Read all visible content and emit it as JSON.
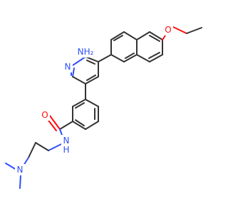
{
  "structure": {
    "atom_labels": {
      "amine": "NH₂",
      "pyridine_n": "N",
      "ether_o": "O",
      "carbonyl_o": "O",
      "amide_n": "N",
      "amide_h": "H",
      "dimethylamine_n": "N"
    },
    "colors": {
      "carbon": "#333333",
      "nitrogen": "#3050F8",
      "oxygen": "#FF0D0D",
      "background": "#ffffff"
    }
  }
}
